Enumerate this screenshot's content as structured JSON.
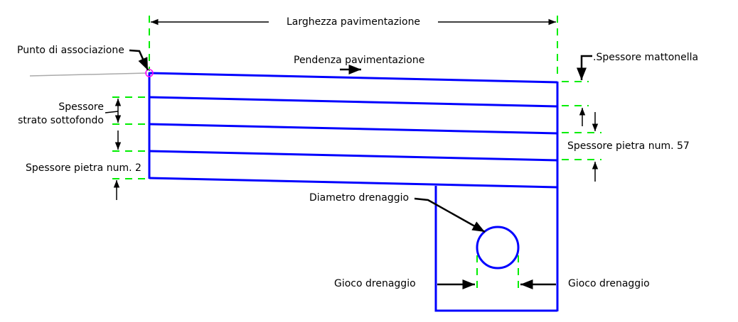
{
  "labels": {
    "width": "Larghezza pavimentazione",
    "slope": "Pendenza pavimentazione",
    "attachment_point": "Punto di associazione",
    "tile_thickness": ".Spessore mattonella",
    "subbase_thickness_line1": "Spessore",
    "subbase_thickness_line2": "strato sottofondo",
    "stone2_thickness": "Spessore pietra num. 2",
    "stone57_thickness": "Spessore pietra num. 57",
    "drain_diameter": "Diametro drenaggio",
    "drain_clearance_left": "Gioco drenaggio",
    "drain_clearance_right": "Gioco drenaggio"
  },
  "colors": {
    "structure": "#0000ff",
    "dimension": "#00ee00",
    "attachment": "#ff00ff"
  }
}
